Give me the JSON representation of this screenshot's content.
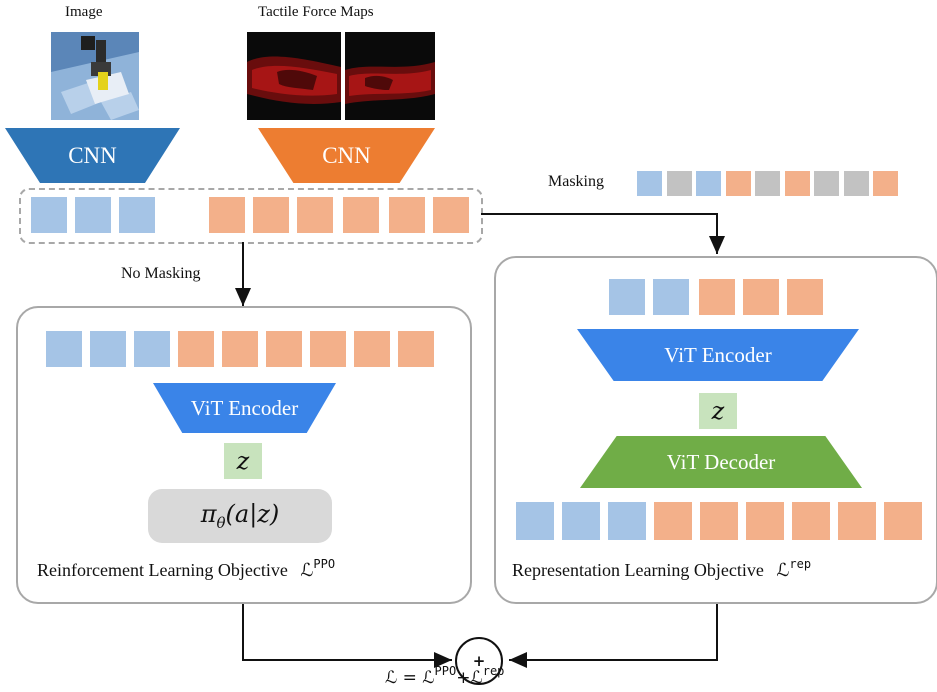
{
  "labels": {
    "image": "Image",
    "tactile": "Tactile Force Maps",
    "masking": "Masking",
    "no_masking": "No Masking"
  },
  "encoders": {
    "cnn_image": "CNN",
    "cnn_tactile": "CNN",
    "vit_encoder_left": "ViT Encoder",
    "vit_encoder_right": "ViT Encoder",
    "vit_decoder": "ViT Decoder"
  },
  "latent": {
    "left": "z",
    "right": "z"
  },
  "policy": {
    "pi": "π",
    "theta": "θ",
    "args": "(a|z)"
  },
  "objectives": {
    "rl_text": "Reinforcement Learning Objective",
    "rl_symbol": "ℒ",
    "rl_sup": "PPO",
    "rep_text": "Representation Learning Objective",
    "rep_symbol": "ℒ",
    "rep_sup": "rep"
  },
  "sum": {
    "plus": "+",
    "lhs": "ℒ = ",
    "term1": "ℒ",
    "term1_sup": "PPO",
    "op": "+",
    "term2": "ℒ",
    "term2_sup": "rep"
  },
  "colors": {
    "image_token": "#a5c4e6",
    "tactile_token": "#f3b08a",
    "masked_token": "#c2c2c2",
    "cnn_image": "#2e75b6",
    "cnn_tactile": "#ed7d31",
    "vit_encoder": "#3a84e8",
    "vit_decoder": "#70ad47",
    "latent": "#c8e3bd",
    "panel_border": "#a8a8a8"
  },
  "token_sequences": {
    "input": [
      "image",
      "image",
      "image",
      "tactile",
      "tactile",
      "tactile",
      "tactile",
      "tactile",
      "tactile"
    ],
    "masking": [
      "image",
      "masked",
      "image",
      "tactile",
      "masked",
      "tactile",
      "masked",
      "masked",
      "tactile"
    ],
    "left_encoder_input": [
      "image",
      "image",
      "image",
      "tactile",
      "tactile",
      "tactile",
      "tactile",
      "tactile",
      "tactile"
    ],
    "right_encoder_input": [
      "image",
      "image",
      "tactile",
      "tactile",
      "tactile"
    ],
    "decoder_output": [
      "image",
      "image",
      "image",
      "tactile",
      "tactile",
      "tactile",
      "tactile",
      "tactile",
      "tactile"
    ]
  }
}
